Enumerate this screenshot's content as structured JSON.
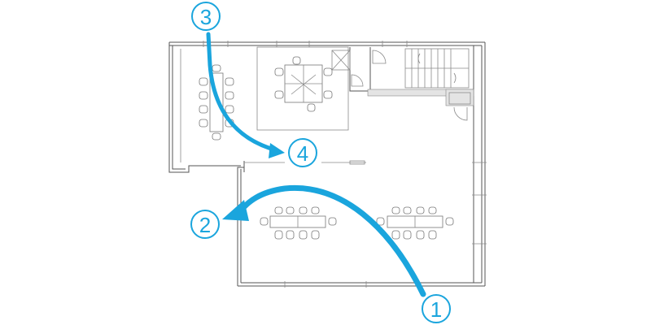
{
  "accent_color": "#1aa5dd",
  "markers": [
    {
      "id": "marker-1",
      "label": "1"
    },
    {
      "id": "marker-2",
      "label": "2"
    },
    {
      "id": "marker-3",
      "label": "3"
    },
    {
      "id": "marker-4",
      "label": "4"
    }
  ],
  "icons": [
    "staircase-icon",
    "door-swing-icon",
    "chair-icon",
    "table-icon",
    "workstation-cluster-icon"
  ]
}
